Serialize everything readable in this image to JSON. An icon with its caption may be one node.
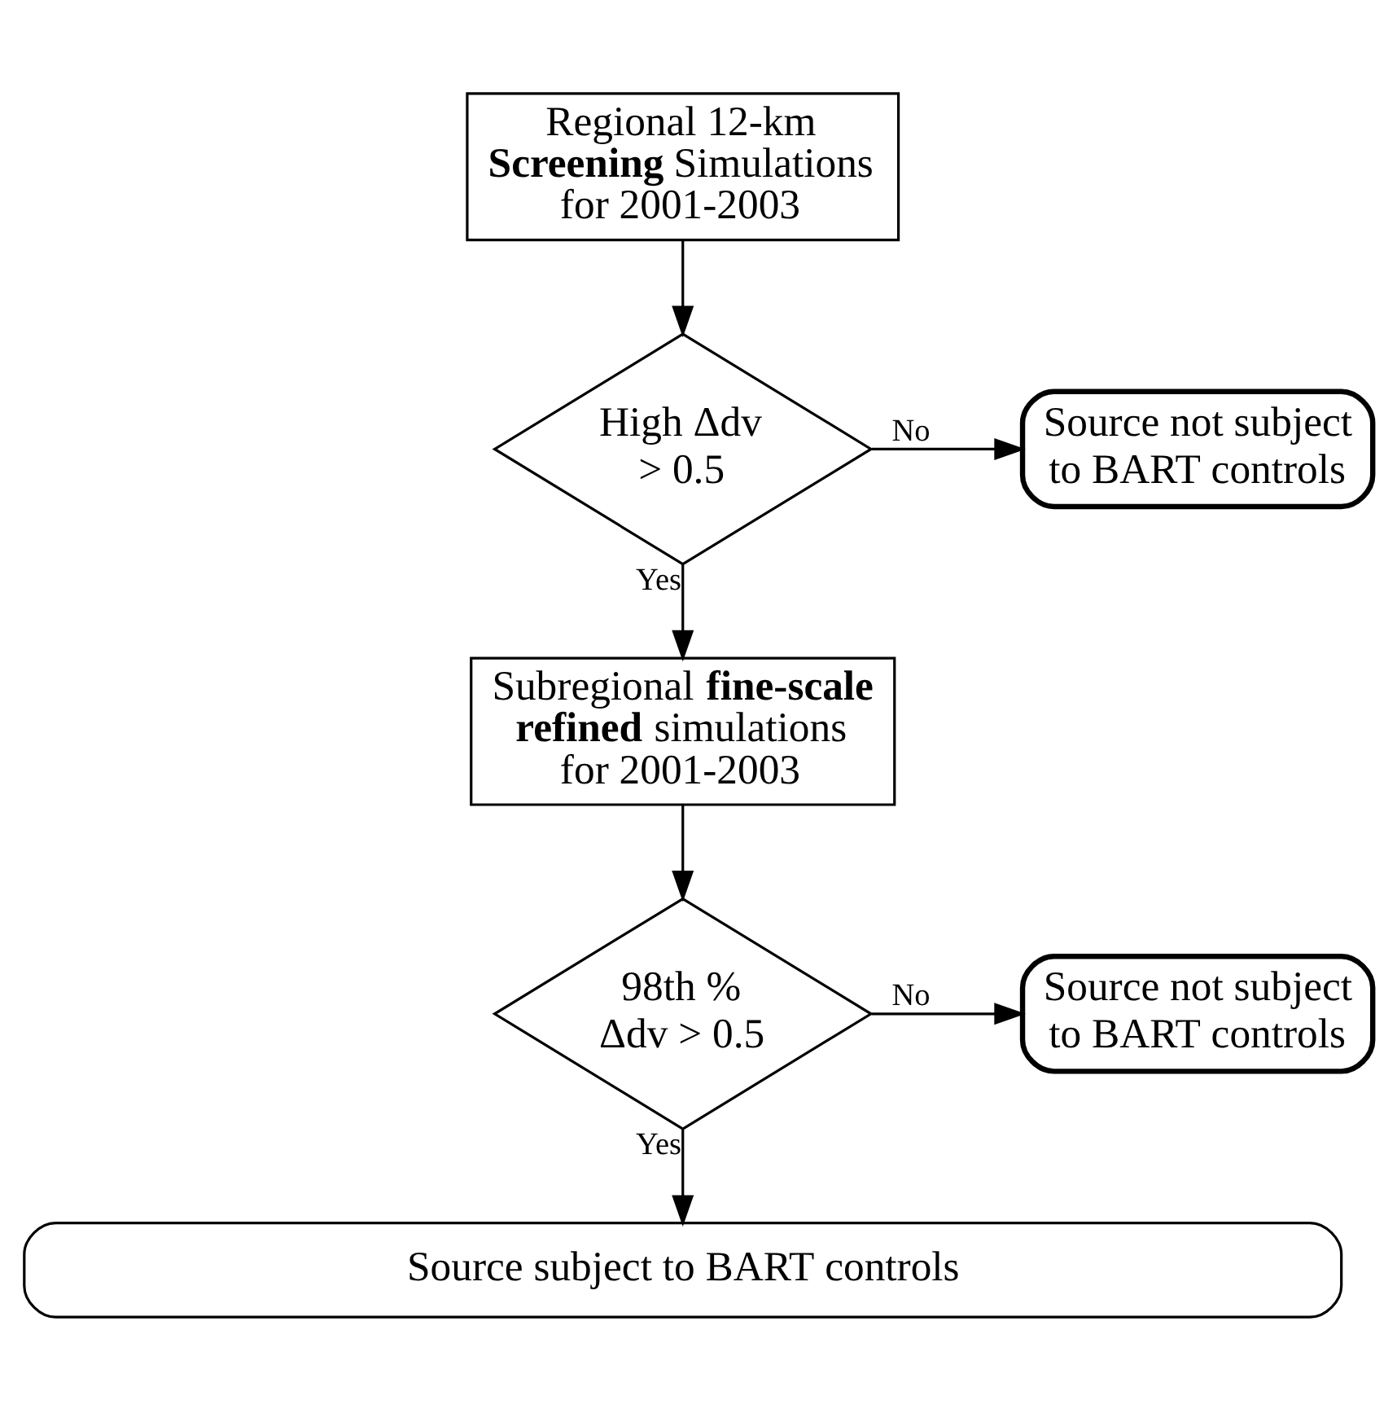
{
  "diagram": {
    "nodes": [
      {
        "text": [
          "Regional 12-km **Screening** Simulations for 2001-2003"
        ]
      },
      {
        "text": [
          "High Δdv > 0.5"
        ]
      },
      {
        "text": [
          "Source not subject to BART controls"
        ]
      },
      {
        "text": [
          "Subregional **fine-scale refined** simulations for 2001-2003"
        ]
      },
      {
        "text": [
          "98th % Δdv > 0.5"
        ]
      },
      {
        "text": [
          "Source not subject to BART controls"
        ]
      },
      {
        "text": [
          "Source subject to BART controls"
        ]
      }
    ],
    "edges": [
      {
        "from": 0,
        "to": 1,
        "arrow": "to"
      },
      {
        "from": 1,
        "to": 2,
        "arrow": "to",
        "label": "No"
      },
      {
        "from": 1,
        "to": 3,
        "arrow": "to",
        "label": "Yes"
      },
      {
        "from": 3,
        "to": 4,
        "arrow": "to"
      },
      {
        "from": 4,
        "to": 5,
        "arrow": "to",
        "label": "No"
      },
      {
        "from": 4,
        "to": 6,
        "arrow": "to",
        "label": "Yes"
      }
    ]
  }
}
